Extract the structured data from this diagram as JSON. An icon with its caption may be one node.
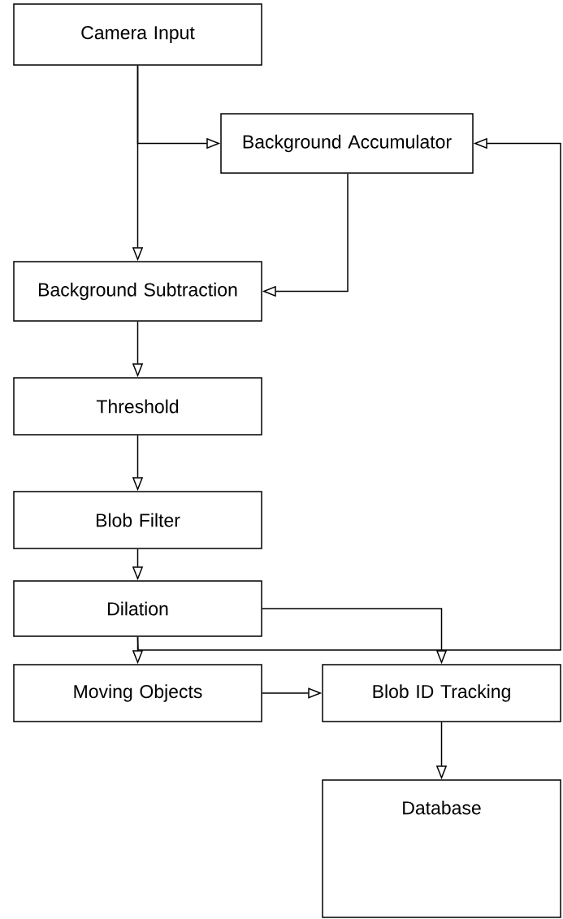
{
  "diagram": {
    "nodes": [
      {
        "text": [
          "Camera Input"
        ]
      },
      {
        "text": [
          "Background Accumulator"
        ]
      },
      {
        "text": [
          "Background Subtraction"
        ]
      },
      {
        "text": [
          "Threshold"
        ]
      },
      {
        "text": [
          "Blob Filter"
        ]
      },
      {
        "text": [
          "Dilation"
        ]
      },
      {
        "text": [
          "Moving Objects"
        ]
      },
      {
        "text": [
          "Blob ID Tracking"
        ]
      },
      {
        "text": [
          "Database"
        ]
      }
    ],
    "edges": [
      {
        "from": 0,
        "to": 2,
        "arrow": "to"
      },
      {
        "from": 0,
        "to": 1,
        "arrow": "to"
      },
      {
        "from": 1,
        "to": 2,
        "arrow": "to"
      },
      {
        "from": 2,
        "to": 3,
        "arrow": "to"
      },
      {
        "from": 3,
        "to": 4,
        "arrow": "to"
      },
      {
        "from": 4,
        "to": 5,
        "arrow": "to"
      },
      {
        "from": 5,
        "to": 6,
        "arrow": "to"
      },
      {
        "from": 5,
        "to": 1,
        "arrow": "to"
      },
      {
        "from": 5,
        "to": 7,
        "arrow": "to"
      },
      {
        "from": 6,
        "to": 7,
        "arrow": "to"
      },
      {
        "from": 7,
        "to": 8,
        "arrow": "to"
      }
    ]
  }
}
